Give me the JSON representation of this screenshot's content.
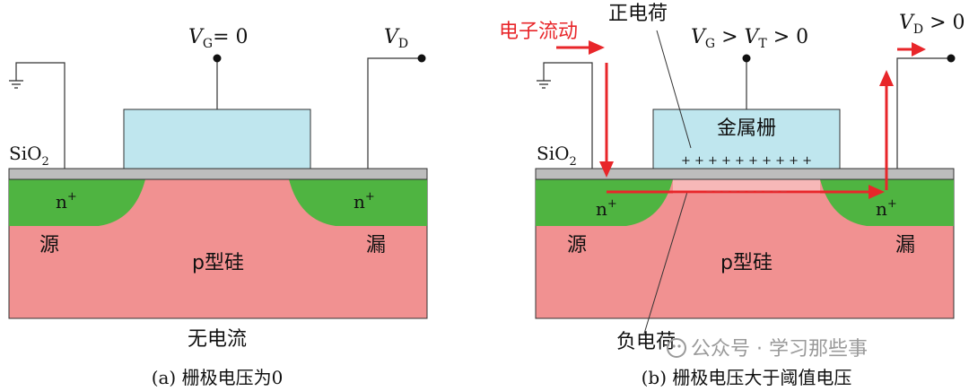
{
  "left_panel": {
    "caption": "(a) 栅极电压为0",
    "current_label": "无电流",
    "gate_voltage": {
      "symbol": "V",
      "sub": "G",
      "rest": "= 0"
    },
    "drain_voltage": {
      "symbol": "V",
      "sub": "D"
    },
    "oxide": {
      "main": "SiO",
      "sub": "2"
    },
    "n_plus": {
      "main": "n",
      "sup": "+"
    },
    "source": "源",
    "drain": "漏",
    "substrate": "p型硅"
  },
  "right_panel": {
    "caption": "(b) 栅极电压大于阈值电压",
    "electron_flow": "电子流动",
    "positive_charge": "正电荷",
    "negative_charge": "负电荷",
    "gate_voltage": {
      "v1": "V",
      "s1": "G",
      "op1": " > ",
      "v2": "V",
      "s2": "T",
      "op2": " > 0"
    },
    "drain_voltage": {
      "v": "V",
      "s": "D",
      "rest": " > 0"
    },
    "gate_label": "金属栅",
    "plus_row": "+ + + + + + + + + +",
    "minus_row": "— — — — — — — — — —",
    "oxide": {
      "main": "SiO",
      "sub": "2"
    },
    "n_plus": {
      "main": "n",
      "sup": "+"
    },
    "source": "源",
    "drain": "漏",
    "substrate": "p型硅"
  },
  "watermark": "公众号 · 学习那些事",
  "colors": {
    "substrate": "#f19191",
    "n_region": "#4fb441",
    "oxide": "#bdbdbd",
    "gate": "#bfe6ee",
    "channel": "#f7b8b8",
    "arrow": "#e8262a"
  }
}
